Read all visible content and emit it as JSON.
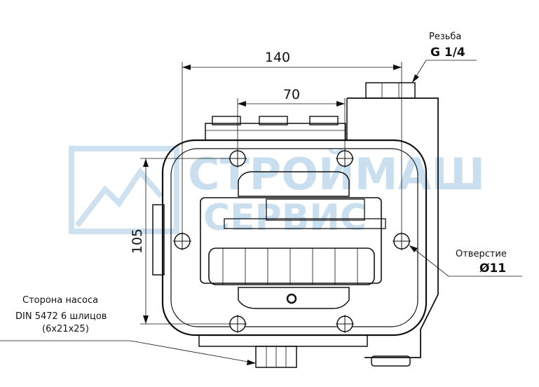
{
  "dimensions": {
    "width_total": "140",
    "width_inner": "70",
    "height": "105"
  },
  "thread_note": {
    "label": "Резьба",
    "value": "G 1/4"
  },
  "hole_note": {
    "label": "Отверстие",
    "value": "Ø11"
  },
  "pump_side_note": {
    "line1": "Сторона насоса",
    "line2": "DIN 5472 6 шлицов",
    "line3": "(6x21x25)"
  },
  "watermark": {
    "line1": "СТРОЙМАШ",
    "line2": "СЕРВИС",
    "color": "#9ec5e3"
  }
}
